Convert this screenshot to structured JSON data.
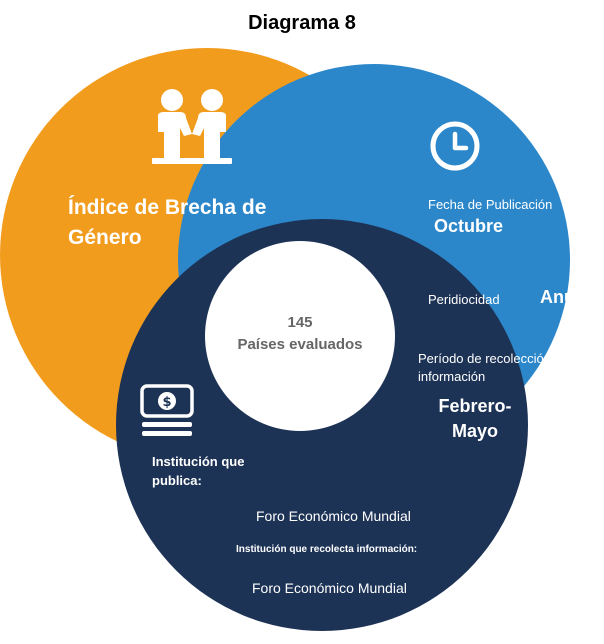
{
  "title": "Diagrama 8",
  "colors": {
    "orange": "#F29C1D",
    "blue": "#2B87CA",
    "navy": "#1D3356",
    "center": "#FFFFFF"
  },
  "orange_circle": {
    "icon": "handshake-people-icon",
    "title": "Índice de Brecha de Género"
  },
  "blue_circle": {
    "icon": "clock-icon",
    "publication_label": "Fecha de Publicación",
    "publication_value": "Octubre",
    "periodicity_label": "Peridiocidad",
    "periodicity_value": "Anual",
    "collection_label": "Período de recolección de información",
    "collection_value": "Febrero-Mayo"
  },
  "navy_circle": {
    "icon": "money-stack-icon",
    "publisher_label": "Institución que publica:",
    "publisher_value": "Foro Económico Mundial",
    "collector_label": "Institución que recolecta información:",
    "collector_value": "Foro Económico Mundial"
  },
  "center": {
    "count": "145",
    "label": "Países evaluados"
  }
}
